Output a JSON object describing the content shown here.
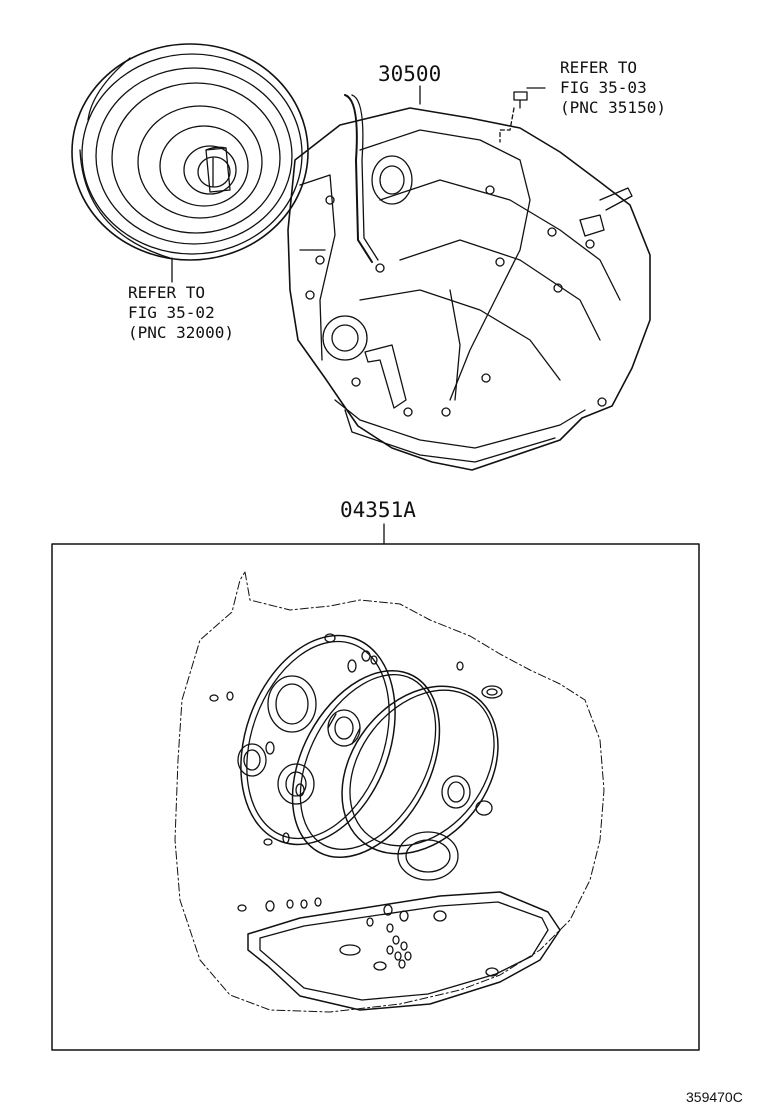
{
  "parts": {
    "transaxle_number": "30500",
    "gasket_kit_number": "04351A"
  },
  "references": {
    "converter": [
      "REFER TO",
      "FIG 35-02",
      "(PNC 32000)"
    ],
    "plug": [
      "REFER TO",
      "FIG 35-03",
      "(PNC 35150)"
    ]
  },
  "illustration_code": "359470C"
}
